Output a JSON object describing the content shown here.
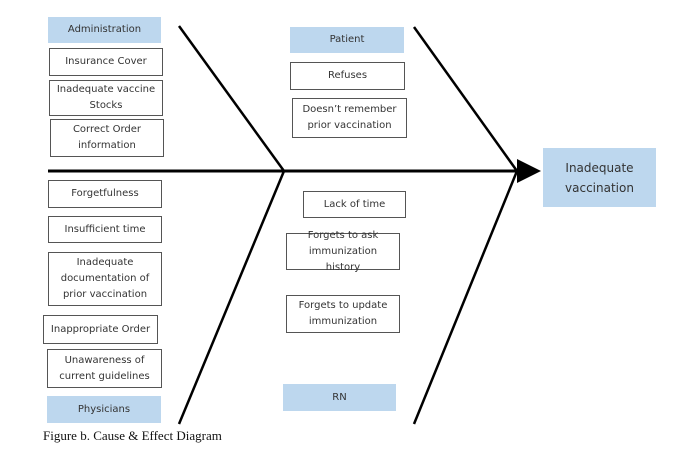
{
  "effect": "Inadequate vaccination",
  "categories": {
    "administration": {
      "label": "Administration",
      "causes": [
        "Insurance Cover",
        "Inadequate vaccine Stocks",
        "Correct Order information"
      ]
    },
    "patient": {
      "label": "Patient",
      "causes": [
        "Refuses",
        "Doesn’t remember prior vaccination"
      ]
    },
    "physicians": {
      "label": "Physicians",
      "causes": [
        "Forgetfulness",
        "Insufficient time",
        "Inadequate documentation of prior vaccination",
        "Inappropriate Order",
        "Unawareness of current guidelines"
      ]
    },
    "rn": {
      "label": "RN",
      "causes": [
        "Lack of time",
        "Forgets to ask immunization history",
        "Forgets to update immunization"
      ]
    }
  },
  "caption": "Figure b. Cause & Effect Diagram"
}
